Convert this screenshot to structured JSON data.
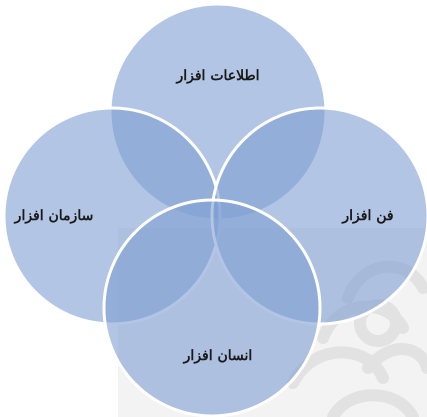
{
  "diagram": {
    "type": "venn",
    "circles": [
      {
        "id": "top",
        "label": "اطلاعات افزار"
      },
      {
        "id": "right",
        "label": "فن افزار"
      },
      {
        "id": "left",
        "label": "سازمان افزار"
      },
      {
        "id": "bottom",
        "label": "انسان افزار"
      }
    ],
    "colors": {
      "fill": "#7f9fd2",
      "stroke": "#ffffff",
      "watermark": "#e0e0e0"
    }
  }
}
